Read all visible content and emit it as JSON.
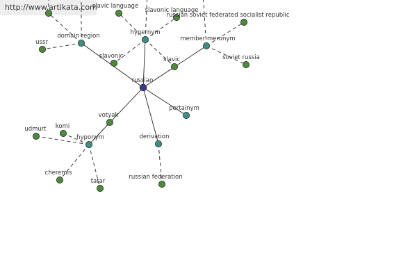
{
  "banner": {
    "url": "http://www.artikata.com"
  },
  "colors": {
    "center": "#3a3a8c",
    "relation": "#3f8e86",
    "term": "#4f8a3c",
    "edge": "#222222"
  },
  "graph": {
    "center": {
      "id": "russian",
      "label": "russian"
    },
    "relations": [
      {
        "id": "domain-region",
        "label": "domain region"
      },
      {
        "id": "hypernym",
        "label": "hypernym"
      },
      {
        "id": "member-meronym",
        "label": "member meronym"
      },
      {
        "id": "pertainym",
        "label": "pertainym"
      },
      {
        "id": "derivation",
        "label": "derivation"
      },
      {
        "id": "hyponym",
        "label": "hyponym"
      }
    ],
    "terms": [
      {
        "id": "ussr",
        "label": "ussr",
        "relation": "domain-region"
      },
      {
        "id": "domain-region-hidden",
        "label": "",
        "relation": "domain-region"
      },
      {
        "id": "slavic-language",
        "label": "slavic language",
        "relation": "hypernym"
      },
      {
        "id": "slavonic-language",
        "label": "slavonic language",
        "relation": "hypernym"
      },
      {
        "id": "slavonic",
        "label": "slavonic",
        "relation": "hypernym"
      },
      {
        "id": "slavic",
        "label": "slavic",
        "relation": "hypernym"
      },
      {
        "id": "russian-sfsr",
        "label": "russian soviet federated socialist republic",
        "relation": "member-meronym"
      },
      {
        "id": "soviet-russia",
        "label": "soviet russia",
        "relation": "member-meronym"
      },
      {
        "id": "votyak",
        "label": "votyak",
        "relation": "hyponym"
      },
      {
        "id": "udmurt",
        "label": "udmurt",
        "relation": "hyponym"
      },
      {
        "id": "komi",
        "label": "komi",
        "relation": "hyponym"
      },
      {
        "id": "cheremis",
        "label": "cheremis",
        "relation": "hyponym"
      },
      {
        "id": "tatar",
        "label": "tatar",
        "relation": "hyponym"
      },
      {
        "id": "russian-federation",
        "label": "russian federation",
        "relation": "derivation"
      }
    ]
  }
}
